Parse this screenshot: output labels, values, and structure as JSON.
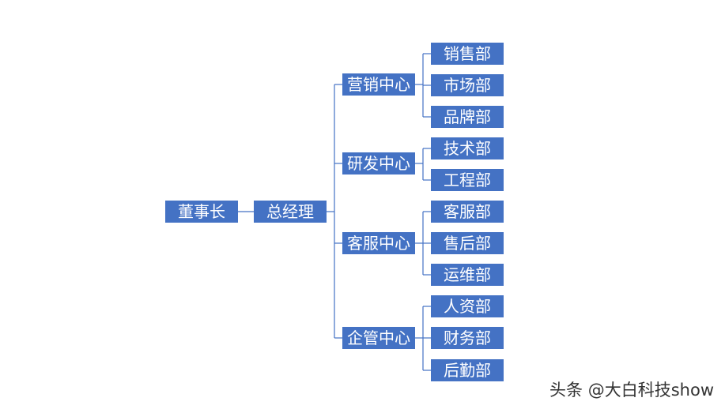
{
  "org_chart": {
    "chairman": "董事长",
    "general_manager": "总经理",
    "centers": [
      {
        "label": "营销中心",
        "departments": [
          "销售部",
          "市场部",
          "品牌部"
        ]
      },
      {
        "label": "研发中心",
        "departments": [
          "技术部",
          "工程部"
        ]
      },
      {
        "label": "客服中心",
        "departments": [
          "客服部",
          "售后部",
          "运维部"
        ]
      },
      {
        "label": "企管中心",
        "departments": [
          "人资部",
          "财务部",
          "后勤部"
        ]
      }
    ]
  },
  "watermark": "头条 @大白科技show",
  "colors": {
    "box": "#4472c4",
    "text": "#ffffff",
    "line": "#4472c4"
  }
}
